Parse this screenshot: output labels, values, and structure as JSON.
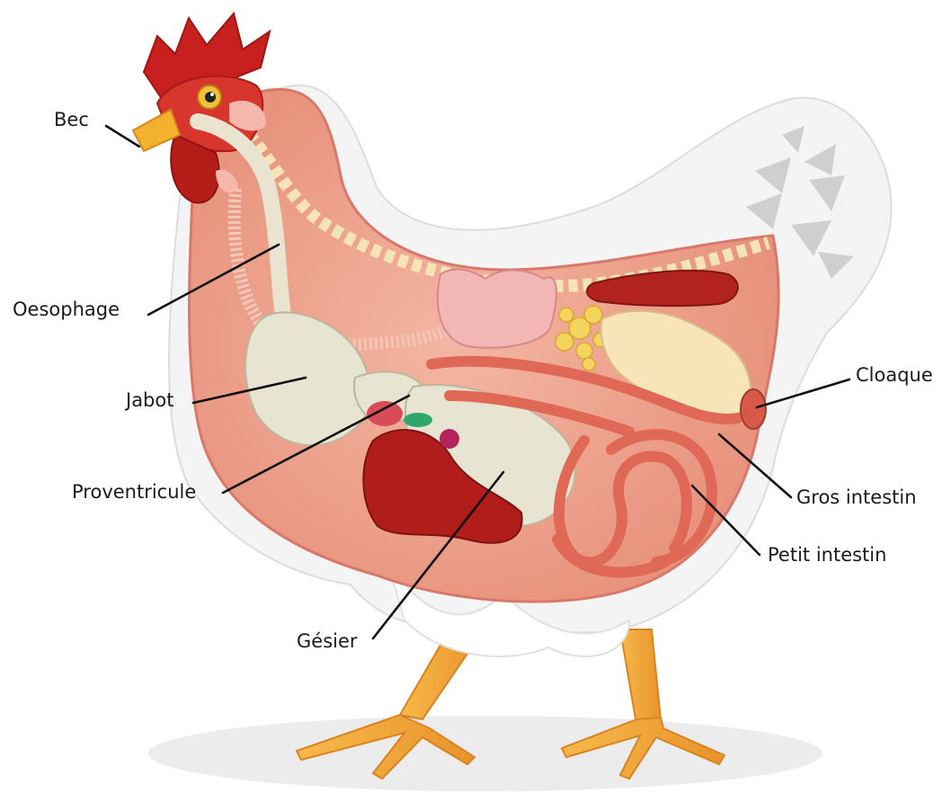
{
  "labels": {
    "bec": "Bec",
    "oesophage": "Oesophage",
    "jabot": "Jabot",
    "proventricule": "Proventricule",
    "gesier": "Gésier",
    "cloaque": "Cloaque",
    "gros_intestin": "Gros intestin",
    "petit_intestin": "Petit intestin"
  }
}
